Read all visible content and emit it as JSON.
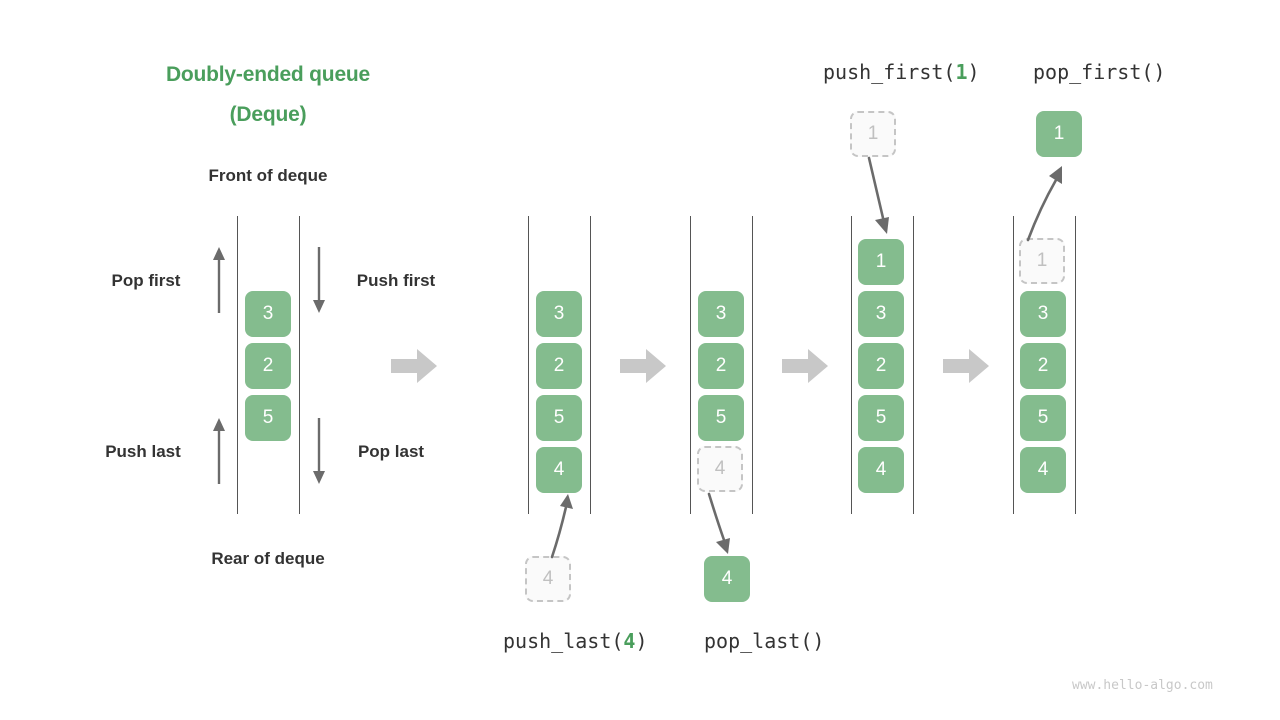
{
  "title": {
    "line1": "Doubly-ended queue",
    "line2": "(Deque)"
  },
  "labels": {
    "front": "Front of deque",
    "rear": "Rear of deque",
    "pop_first": "Pop first",
    "push_first": "Push first",
    "push_last": "Push last",
    "pop_last": "Pop last"
  },
  "operations": {
    "push_first": {
      "name": "push_first(",
      "arg": "1",
      "close": ")"
    },
    "pop_first": {
      "text": "pop_first()"
    },
    "push_last": {
      "name": "push_last(",
      "arg": "4",
      "close": ")"
    },
    "pop_last": {
      "text": "pop_last()"
    }
  },
  "watermark": "www.hello-algo.com",
  "colors": {
    "accent_green": "#4a9e5c",
    "cell_green": "#84bc8e",
    "ghost_border": "#c5c5c5",
    "ghost_fill": "#fafafa",
    "ghost_text": "#c0c0c0",
    "rail": "#555555",
    "arrow_gray": "#c8c8c8",
    "curve_arrow": "#6b6b6b",
    "text_dark": "#333333"
  },
  "stages": [
    {
      "id": "base",
      "name": "base-deque",
      "cells": [
        {
          "value": "3",
          "state": "filled"
        },
        {
          "value": "2",
          "state": "filled"
        },
        {
          "value": "5",
          "state": "filled"
        }
      ]
    },
    {
      "id": "after-push-last",
      "name": "deque-after-push-last",
      "cells": [
        {
          "value": "3",
          "state": "filled"
        },
        {
          "value": "2",
          "state": "filled"
        },
        {
          "value": "5",
          "state": "filled"
        },
        {
          "value": "4",
          "state": "filled"
        }
      ],
      "external": {
        "value": "4",
        "state": "ghost",
        "position": "bottom"
      }
    },
    {
      "id": "after-pop-last",
      "name": "deque-after-pop-last",
      "cells": [
        {
          "value": "3",
          "state": "filled"
        },
        {
          "value": "2",
          "state": "filled"
        },
        {
          "value": "5",
          "state": "filled"
        },
        {
          "value": "4",
          "state": "ghost"
        }
      ],
      "external": {
        "value": "4",
        "state": "filled",
        "position": "bottom"
      }
    },
    {
      "id": "after-push-first",
      "name": "deque-after-push-first",
      "cells": [
        {
          "value": "1",
          "state": "filled"
        },
        {
          "value": "3",
          "state": "filled"
        },
        {
          "value": "2",
          "state": "filled"
        },
        {
          "value": "5",
          "state": "filled"
        },
        {
          "value": "4",
          "state": "filled"
        }
      ],
      "external": {
        "value": "1",
        "state": "ghost",
        "position": "top"
      }
    },
    {
      "id": "after-pop-first",
      "name": "deque-after-pop-first",
      "cells": [
        {
          "value": "1",
          "state": "ghost"
        },
        {
          "value": "3",
          "state": "filled"
        },
        {
          "value": "2",
          "state": "filled"
        },
        {
          "value": "5",
          "state": "filled"
        },
        {
          "value": "4",
          "state": "filled"
        }
      ],
      "external": {
        "value": "1",
        "state": "filled",
        "position": "top"
      }
    }
  ]
}
